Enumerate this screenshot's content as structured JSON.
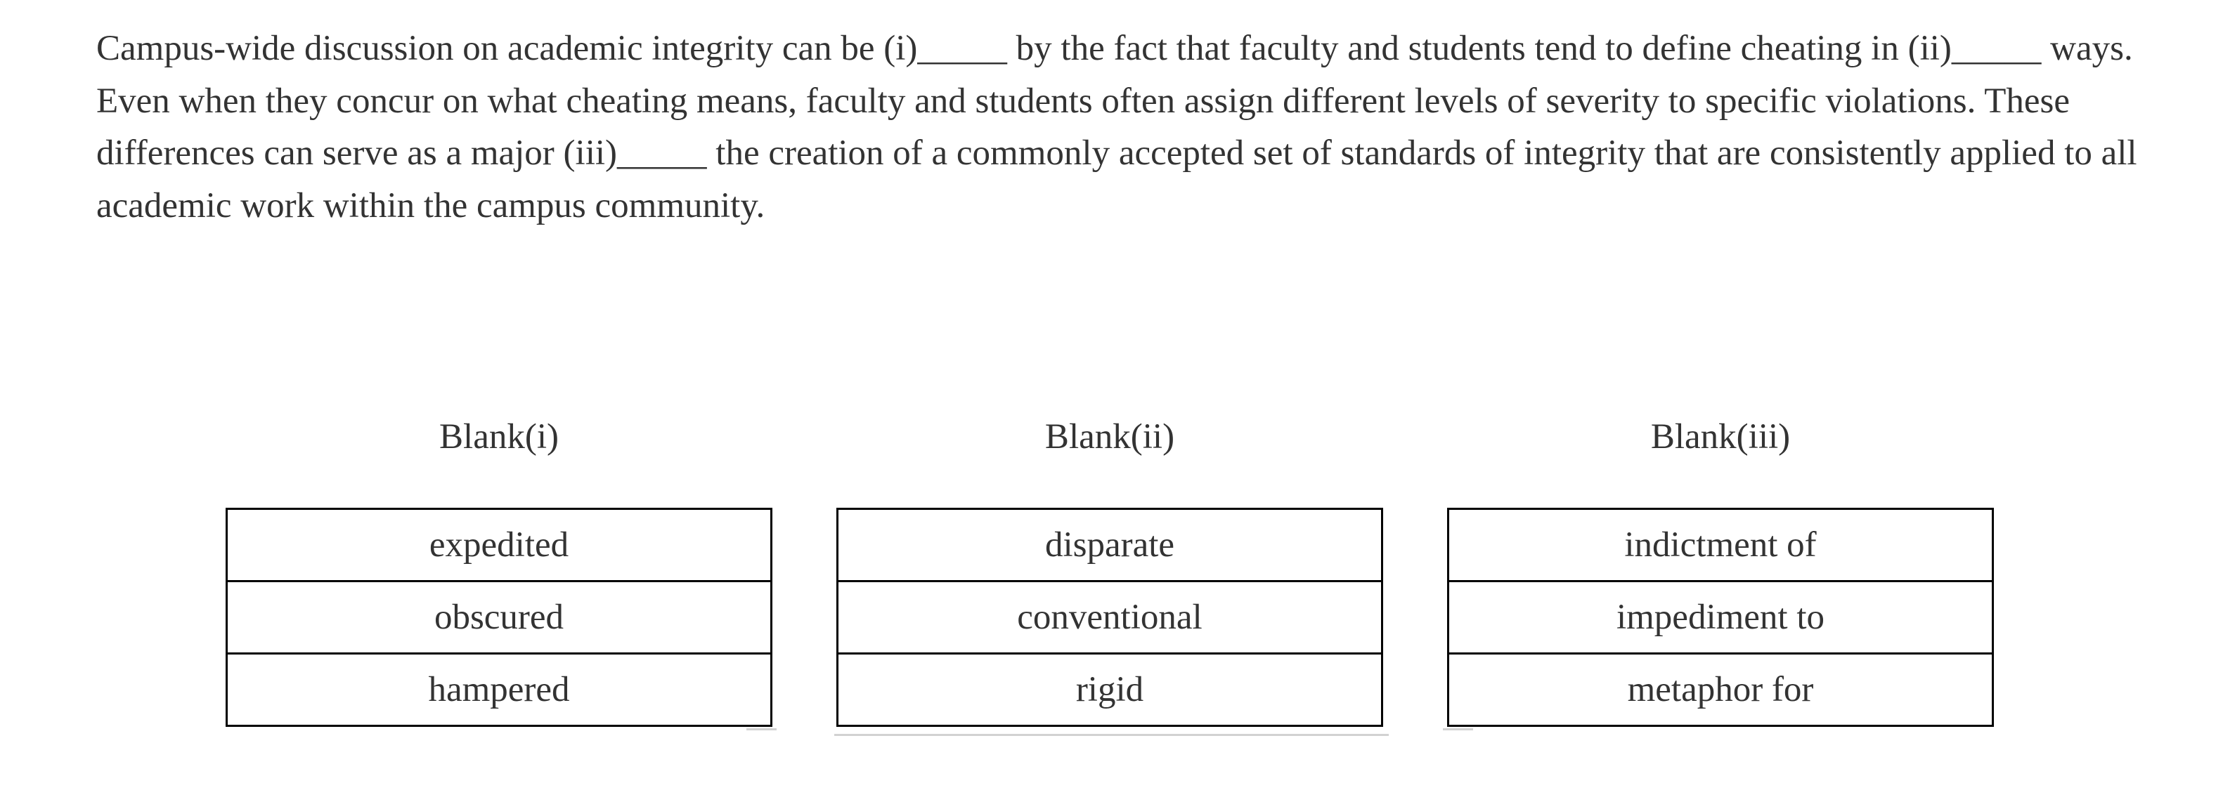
{
  "passage": {
    "text": "Campus-wide discussion on academic integrity can be (i)_____ by the fact that faculty and students tend to define cheating in (ii)_____ ways. Even when they concur on what cheating means, faculty and students often assign different levels of severity to specific violations. These differences can serve as a major (iii)_____ the creation of a commonly accepted set of standards of integrity that are consistently applied to all academic work within the campus community."
  },
  "blanks": [
    {
      "title": "Blank(i)",
      "options": [
        "expedited",
        "obscured",
        "hampered"
      ]
    },
    {
      "title": "Blank(ii)",
      "options": [
        "disparate",
        "conventional",
        "rigid"
      ]
    },
    {
      "title": "Blank(iii)",
      "options": [
        "indictment of",
        "impediment to",
        "metaphor for"
      ]
    }
  ],
  "colors": {
    "text": "#333333",
    "border": "#000000",
    "background": "#ffffff"
  }
}
